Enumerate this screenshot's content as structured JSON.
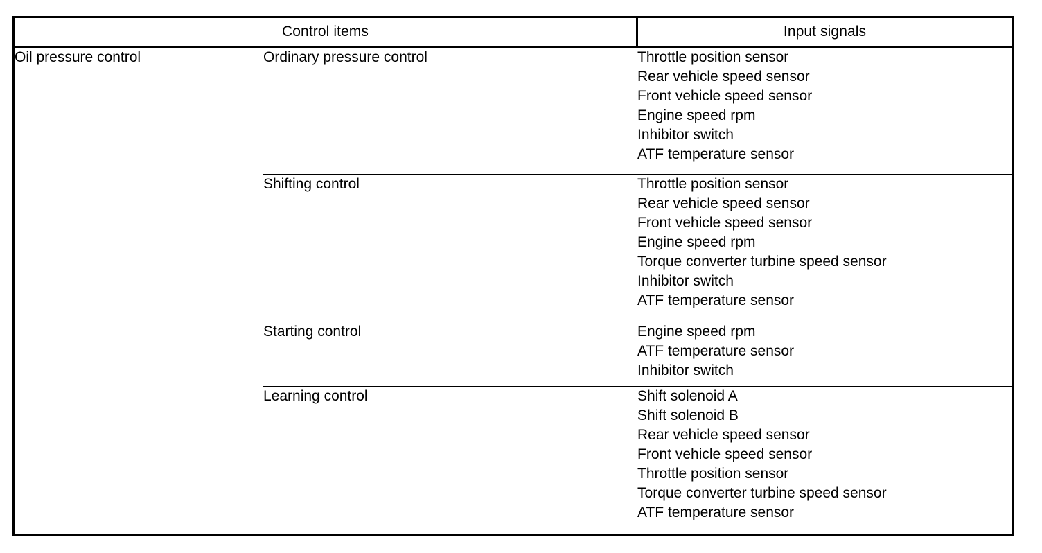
{
  "table": {
    "headers": [
      {
        "label": "Control items",
        "span": 2
      },
      {
        "label": "Input signals",
        "span": 1
      }
    ],
    "group_label": "Oil pressure control",
    "rows": [
      {
        "item": "Ordinary pressure control",
        "signals": [
          "Throttle position sensor",
          "Rear vehicle speed sensor",
          "Front vehicle speed sensor",
          "Engine speed rpm",
          "Inhibitor switch",
          "ATF temperature sensor"
        ]
      },
      {
        "item": "Shifting control",
        "signals": [
          "Throttle position sensor",
          "Rear vehicle speed sensor",
          "Front vehicle speed sensor",
          "Engine speed rpm",
          "Torque converter turbine speed sensor",
          "Inhibitor switch",
          "ATF temperature sensor"
        ]
      },
      {
        "item": "Starting control",
        "signals": [
          "Engine speed rpm",
          "ATF temperature sensor",
          "Inhibitor switch"
        ]
      },
      {
        "item": "Learning control",
        "signals": [
          "Shift solenoid A",
          "Shift solenoid B",
          "Rear vehicle speed sensor",
          "Front vehicle speed sensor",
          "Throttle position sensor",
          "Torque converter turbine speed sensor",
          "ATF temperature sensor"
        ]
      }
    ]
  },
  "style": {
    "border_color": "#000000",
    "text_color": "#000000",
    "background": "#ffffff"
  }
}
